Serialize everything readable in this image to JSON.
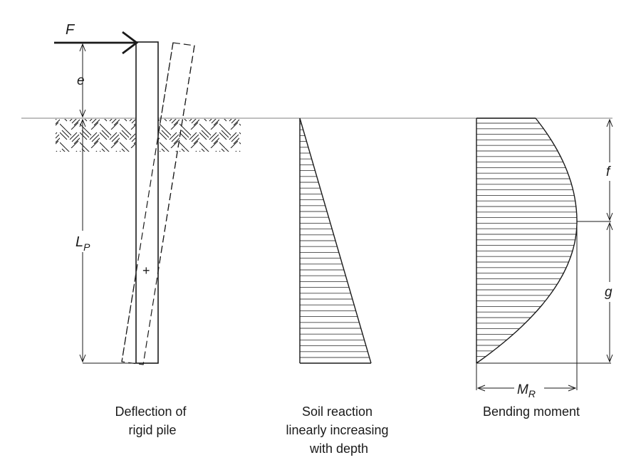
{
  "labels": {
    "force": "F",
    "eccentricity": "e",
    "pile_length_main": "L",
    "pile_length_sub": "P",
    "rotation_point": "+",
    "depth_f": "f",
    "depth_g": "g",
    "moment_main": "M",
    "moment_sub": "R"
  },
  "captions": {
    "deflection": [
      "Deflection of",
      "rigid pile"
    ],
    "soil_reaction": [
      "Soil reaction",
      "linearly increasing",
      "with depth"
    ],
    "bending_moment": [
      "Bending moment"
    ]
  },
  "colors": {
    "line": "#1a1a1a",
    "grid": "#444444",
    "ground": "#999999",
    "background": "#ffffff"
  }
}
